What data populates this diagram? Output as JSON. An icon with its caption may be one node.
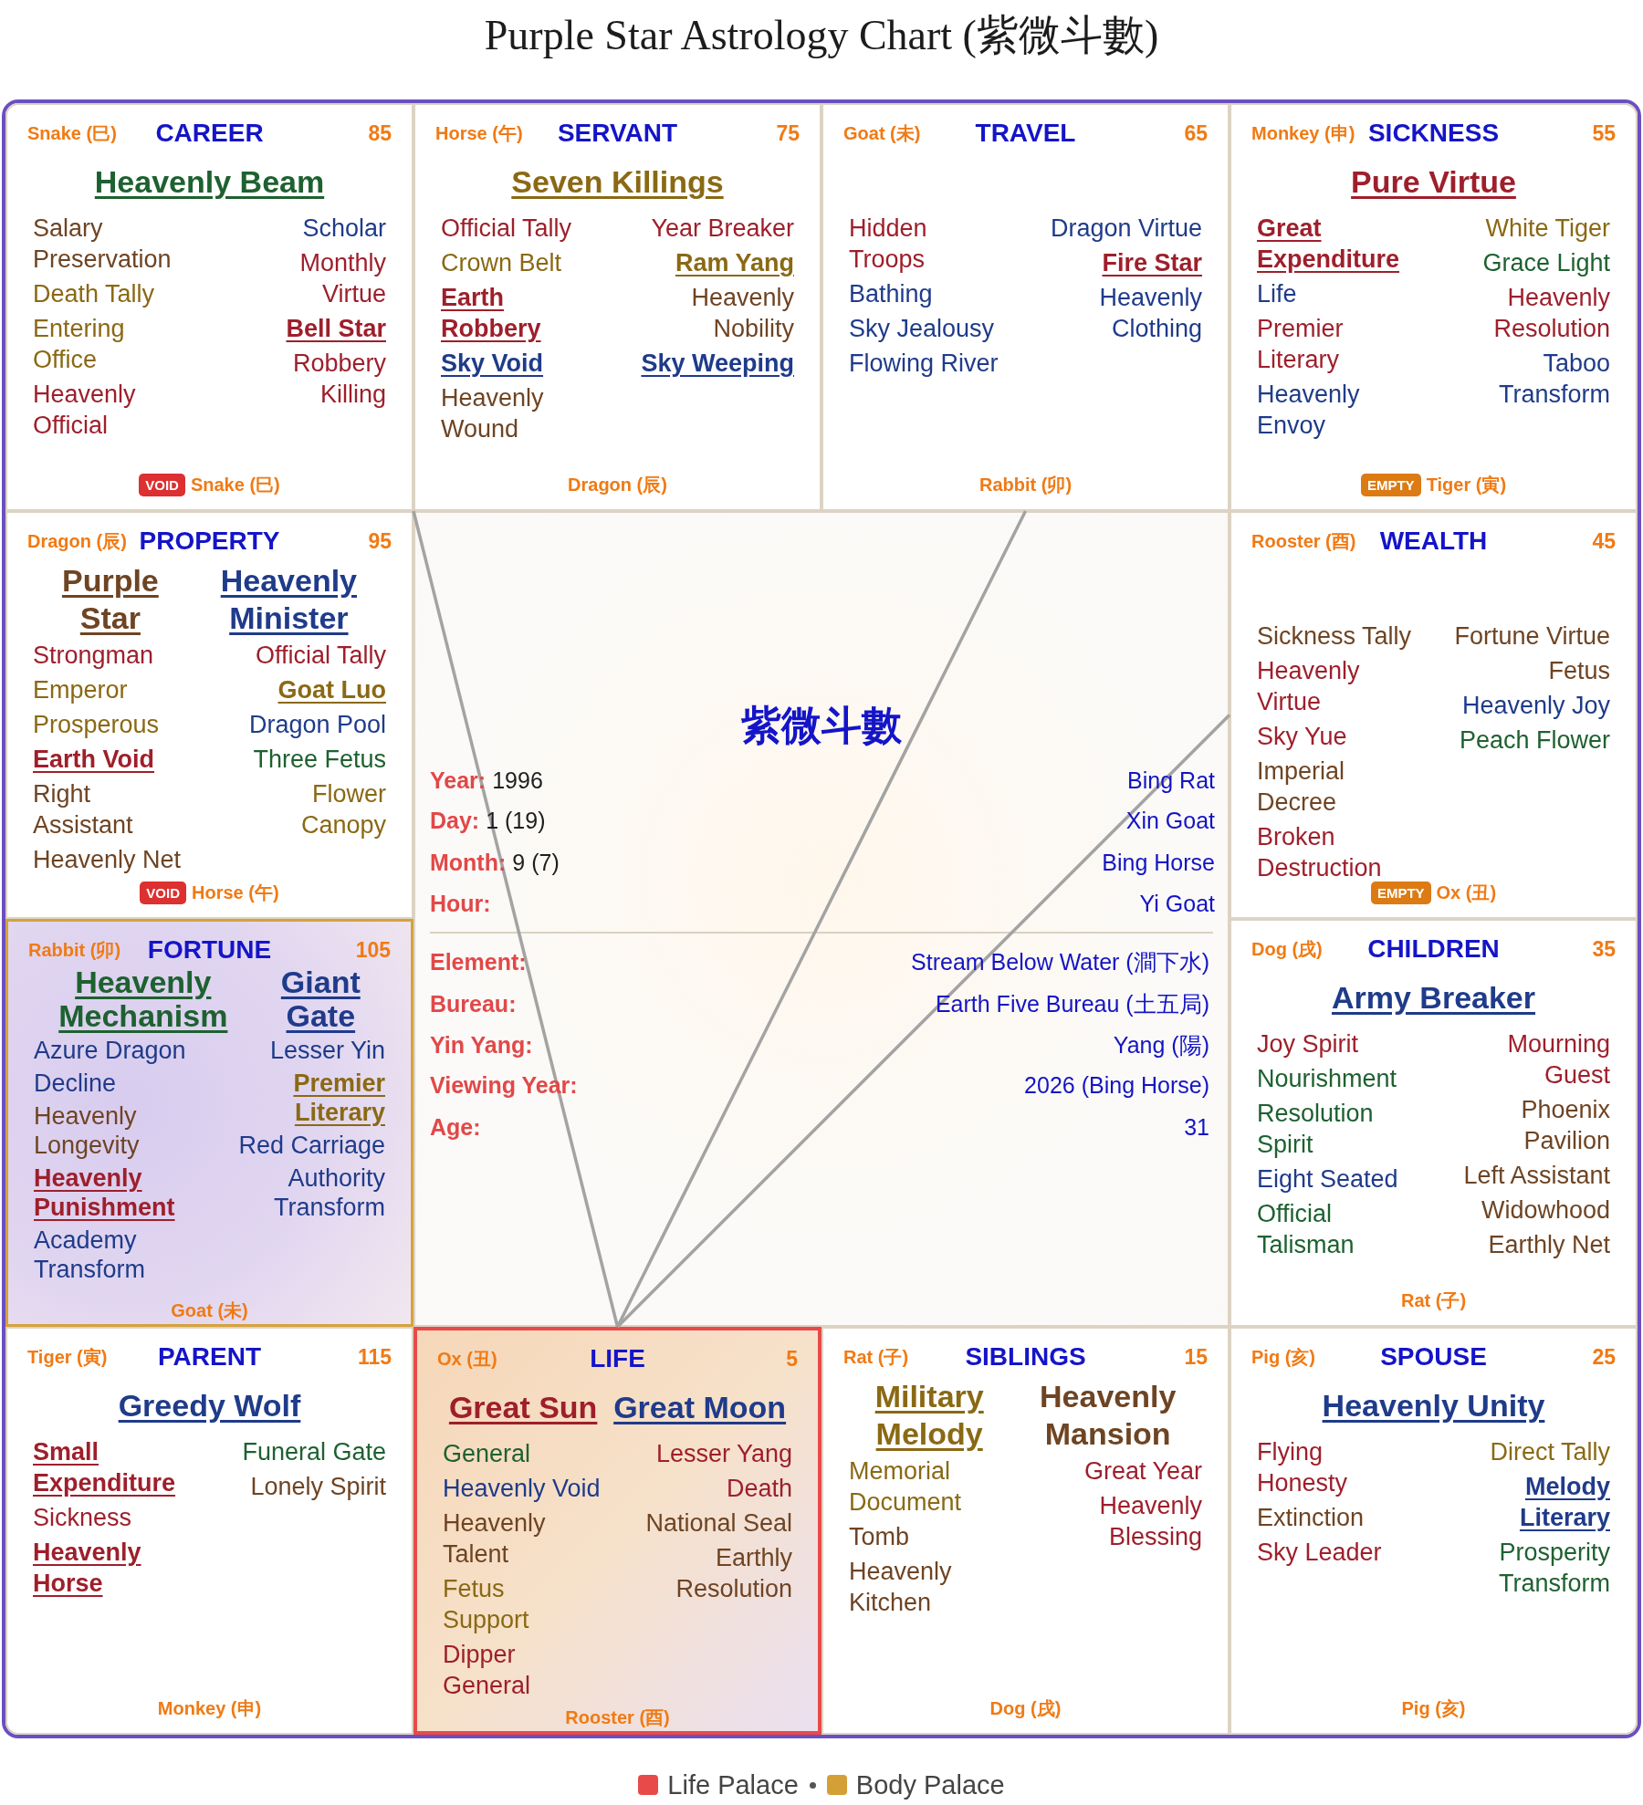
{
  "diagram": {
    "title": "Purple Star Astrology Chart (紫微斗數)",
    "nodes": [
      {
        "text": [
          "Snake (巳)",
          "CAREER",
          "85",
          "Heavenly Beam",
          "Salary Preservation",
          "Death Tally",
          "Entering Office",
          "Heavenly Official",
          "Scholar",
          "Monthly Virtue",
          "Bell Star",
          "Robbery Killing",
          "Snake (巳)"
        ]
      },
      {
        "text": [
          "VOID"
        ],
        "in": 0
      },
      {
        "text": [
          "Horse (午)",
          "SERVANT",
          "75",
          "Seven Killings",
          "Official Tally",
          "Crown Belt",
          "Earth Robbery",
          "Sky Void",
          "Heavenly Wound",
          "Year Breaker",
          "Ram Yang",
          "Heavenly Nobility",
          "Sky Weeping",
          "Dragon (辰)"
        ]
      },
      {
        "text": [
          "Goat (未)",
          "TRAVEL",
          "65",
          "Hidden Troops",
          "Bathing",
          "Sky Jealousy",
          "Flowing River",
          "Dragon Virtue",
          "Fire Star",
          "Heavenly Clothing",
          "Rabbit (卯)"
        ]
      },
      {
        "text": [
          "Monkey (申)",
          "SICKNESS",
          "55",
          "Pure Virtue",
          "Great Expenditure",
          "Life",
          "Premier Literary",
          "Heavenly Envoy",
          "White Tiger",
          "Grace Light",
          "Heavenly Resolution",
          "Taboo Transform",
          "Tiger (寅)"
        ]
      },
      {
        "text": [
          "EMPTY"
        ],
        "in": 4
      },
      {
        "text": [
          "Dragon (辰)",
          "PROPERTY",
          "95",
          "Purple Star",
          "Heavenly Minister",
          "Strongman",
          "Emperor",
          "Prosperous",
          "Earth Void",
          "Right Assistant",
          "Heavenly Net",
          "Official Tally",
          "Goat Luo",
          "Dragon Pool",
          "Three Fetus",
          "Flower Canopy",
          "Horse (午)"
        ]
      },
      {
        "text": [
          "VOID"
        ],
        "in": 6
      },
      {
        "text": [
          "Rooster (酉)",
          "WEALTH",
          "45",
          "Sickness Tally",
          "Heavenly Virtue",
          "Sky Yue",
          "Imperial Decree",
          "Broken Destruction",
          "Fortune Virtue",
          "Fetus",
          "Heavenly Joy",
          "Peach Flower",
          "Ox (丑)"
        ]
      },
      {
        "text": [
          "EMPTY"
        ],
        "in": 8
      },
      {
        "text": [
          "Rabbit (卯)",
          "FORTUNE",
          "105",
          "Heavenly Mechanism",
          "Giant Gate",
          "Azure Dragon",
          "Decline",
          "Heavenly Longevity",
          "Heavenly Punishment",
          "Academy Transform",
          "Lesser Yin",
          "Premier Literary",
          "Red Carriage",
          "Authority Transform",
          "Goat (未)"
        ]
      },
      {
        "text": [
          "Dog (戌)",
          "CHILDREN",
          "35",
          "Army Breaker",
          "Joy Spirit",
          "Nourishment",
          "Resolution Spirit",
          "Eight Seated",
          "Official Talisman",
          "Mourning Guest",
          "Phoenix Pavilion",
          "Left Assistant",
          "Widowhood",
          "Earthly Net",
          "Rat (子)"
        ]
      },
      {
        "text": [
          "Tiger (寅)",
          "PARENT",
          "115",
          "Greedy Wolf",
          "Small Expenditure",
          "Sickness",
          "Heavenly Horse",
          "Funeral Gate",
          "Lonely Spirit",
          "Monkey (申)"
        ]
      },
      {
        "text": [
          "Ox (丑)",
          "LIFE",
          "5",
          "Great Sun",
          "Great Moon",
          "General",
          "Heavenly Void",
          "Heavenly Talent",
          "Fetus Support",
          "Dipper General",
          "Lesser Yang",
          "Death",
          "National Seal",
          "Earthly Resolution",
          "Rooster (酉)"
        ]
      },
      {
        "text": [
          "Rat (子)",
          "SIBLINGS",
          "15",
          "Military Melody",
          "Heavenly Mansion",
          "Memorial Document",
          "Tomb",
          "Heavenly Kitchen",
          "Great Year",
          "Heavenly Blessing",
          "Dog (戌)"
        ]
      },
      {
        "text": [
          "Pig (亥)",
          "SPOUSE",
          "25",
          "Heavenly Unity",
          "Flying Honesty",
          "Extinction",
          "Sky Leader",
          "Direct Tally",
          "Melody Literary",
          "Prosperity Transform",
          "Pig (亥)"
        ]
      }
    ],
    "edges": [
      {
        "from": 13,
        "to": 0,
        "arrow": "none"
      },
      {
        "from": 13,
        "to": 3,
        "arrow": "none"
      },
      {
        "from": 13,
        "to": 8,
        "arrow": "none"
      }
    ],
    "labels": [
      "紫微斗數",
      "Year:",
      "1996",
      "Bing Rat",
      "Day:",
      "1 (19)",
      "Xin Goat",
      "Month:",
      "9 (7)",
      "Bing Horse",
      "Hour:",
      "Yi Goat",
      "Element:",
      "Stream Below Water (澗下水)",
      "Bureau:",
      "Earth Five Bureau (土五局)",
      "Yin Yang:",
      "Yang (陽)",
      "Viewing Year:",
      "2026 (Bing Horse)",
      "Age:",
      "31"
    ],
    "legend": [
      {
        "text": "Life Palace",
        "color": "#e84a4a"
      },
      {
        "text": "Body Palace",
        "color": "#d4a036"
      }
    ]
  }
}
